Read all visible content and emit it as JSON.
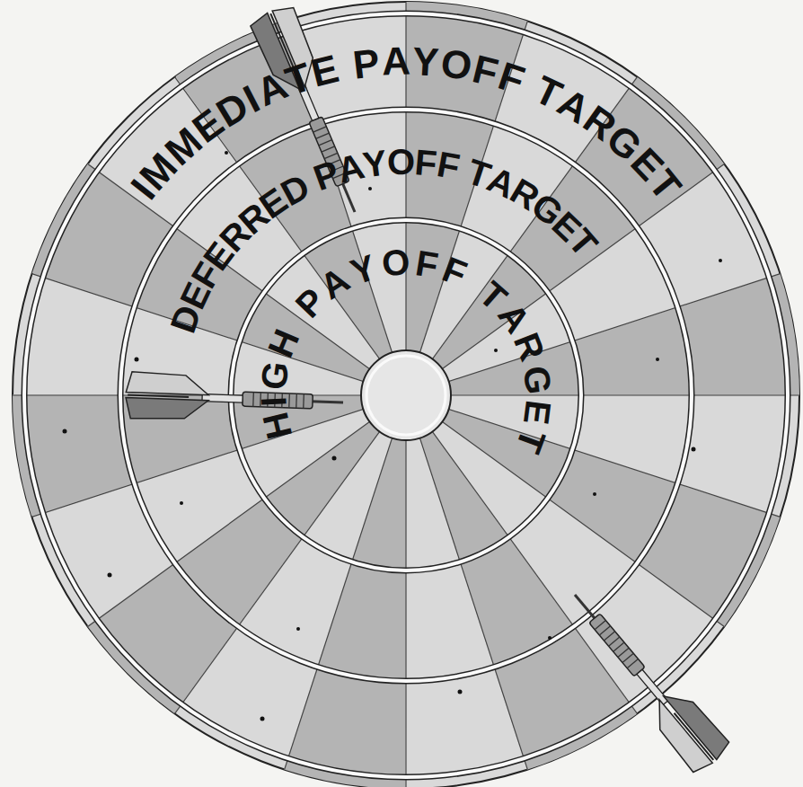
{
  "diagram": {
    "nodes": [
      {
        "text": [
          "IMMEDIATE PAYOFF TARGET"
        ]
      },
      {
        "text": [
          "DEFERRED PAYOFF TARGET"
        ],
        "in": 0
      },
      {
        "text": [
          "HIGH PAYOFF TARGET"
        ],
        "in": 1
      }
    ]
  }
}
